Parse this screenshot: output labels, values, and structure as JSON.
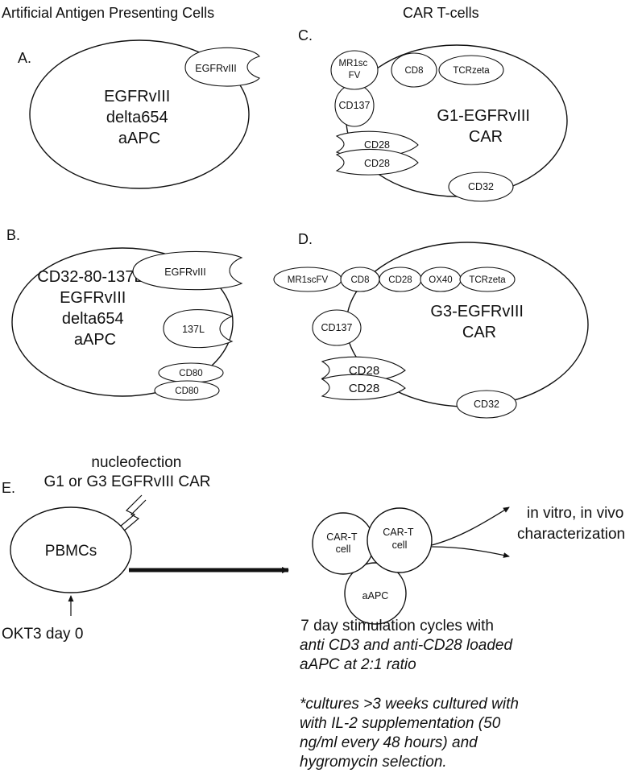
{
  "headings": {
    "left": "Artificial Antigen Presenting Cells",
    "right": "CAR T-cells"
  },
  "panels": {
    "a": {
      "letter": "A.",
      "cell_lines": [
        "EGFRvIII",
        "delta654",
        "aAPC"
      ],
      "receptor": "EGFRvIII"
    },
    "b": {
      "letter": "B.",
      "cell_lines": [
        "CD32-80-137L-",
        "EGFRvIII",
        "delta654",
        "aAPC"
      ],
      "egfr": "EGFRvIII",
      "ligand": "137L",
      "cd80a": "CD80",
      "cd80b": "CD80"
    },
    "c": {
      "letter": "C.",
      "name_lines": [
        "G1-EGFRvIII",
        "CAR"
      ],
      "mr1_lines": [
        "MR1sc",
        "FV"
      ],
      "cd8": "CD8",
      "tcr": "TCRzeta",
      "cd137": "CD137",
      "cd28a": "CD28",
      "cd28b": "CD28",
      "cd32": "CD32"
    },
    "d": {
      "letter": "D.",
      "name_lines": [
        "G3-EGFRvIII",
        "CAR"
      ],
      "mr1": "MR1scFV",
      "cd8": "CD8",
      "cd28_chain": "CD28",
      "ox40": "OX40",
      "tcr": "TCRzeta",
      "cd137": "CD137",
      "cd28a": "CD28",
      "cd28b": "CD28",
      "cd32": "CD32"
    },
    "e": {
      "letter": "E.",
      "nucleo_lines": [
        "nucleofection",
        "G1 or G3 EGFRvIII CAR"
      ],
      "pbmc": "PBMCs",
      "okt3": "OKT3 day 0",
      "cart1_lines": [
        "CAR-T",
        "cell"
      ],
      "cart2_lines": [
        "CAR-T",
        "cell"
      ],
      "aapc": "aAPC",
      "outcome_lines": [
        "in vitro, in vivo",
        "characterization"
      ],
      "stim_lines": [
        " 7 day stimulation cycles with",
        "anti CD3 and anti-CD28 loaded",
        "aAPC at 2:1 ratio"
      ],
      "culture_lines": [
        "*cultures >3 weeks cultured with",
        "with IL-2 supplementation (50",
        "ng/ml every 48 hours) and",
        "hygromycin selection."
      ]
    }
  }
}
